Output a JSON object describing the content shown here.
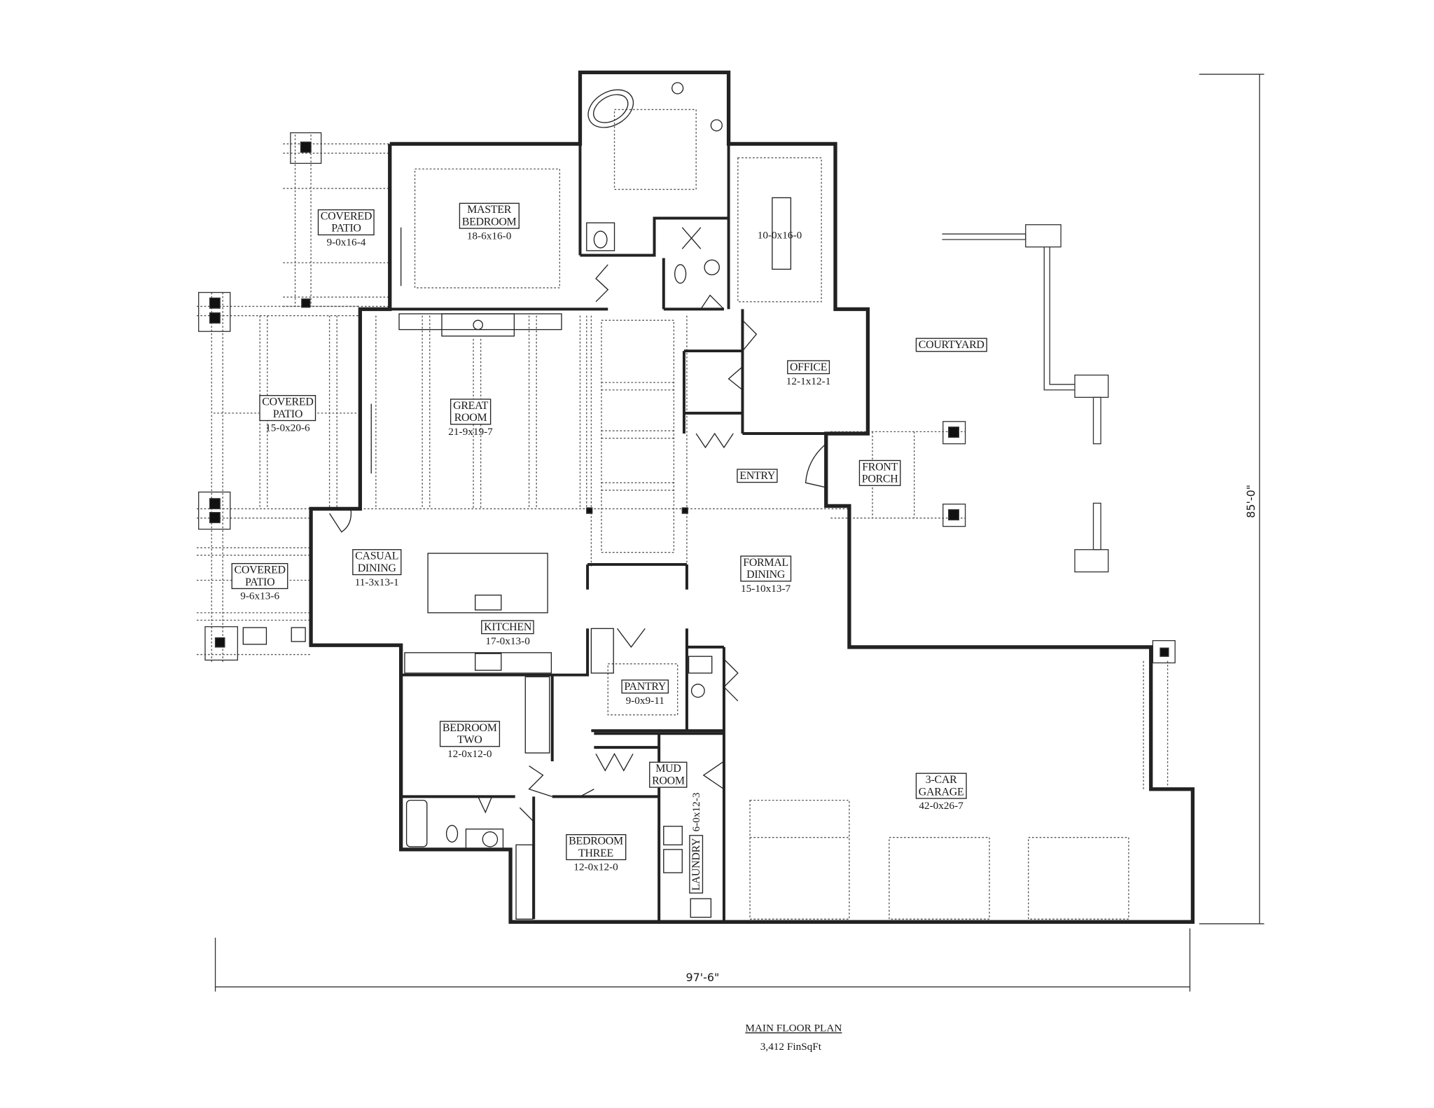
{
  "plan": {
    "title": "MAIN FLOOR PLAN",
    "area": "3,412 FinSqFt",
    "overall_width": "97'-6\"",
    "overall_depth": "85'-0\""
  },
  "rooms": [
    {
      "id": "covered-patio-north",
      "name": [
        "COVERED",
        "PATIO"
      ],
      "dims": "9-0x16-4"
    },
    {
      "id": "master-bedroom",
      "name": [
        "MASTER",
        "BEDROOM"
      ],
      "dims": "18-6x16-0"
    },
    {
      "id": "master-closet",
      "name": [],
      "dims": "10-0x16-0"
    },
    {
      "id": "covered-patio-west",
      "name": [
        "COVERED",
        "PATIO"
      ],
      "dims": "15-0x20-6"
    },
    {
      "id": "great-room",
      "name": [
        "GREAT",
        "ROOM"
      ],
      "dims": "21-9x19-7"
    },
    {
      "id": "office",
      "name": [
        "OFFICE"
      ],
      "dims": "12-1x12-1"
    },
    {
      "id": "courtyard",
      "name": [
        "COURTYARD"
      ],
      "dims": ""
    },
    {
      "id": "entry",
      "name": [
        "ENTRY"
      ],
      "dims": ""
    },
    {
      "id": "front-porch",
      "name": [
        "FRONT",
        "PORCH"
      ],
      "dims": ""
    },
    {
      "id": "casual-dining",
      "name": [
        "CASUAL",
        "DINING"
      ],
      "dims": "11-3x13-1"
    },
    {
      "id": "covered-patio-south",
      "name": [
        "COVERED",
        "PATIO"
      ],
      "dims": "9-6x13-6"
    },
    {
      "id": "kitchen",
      "name": [
        "KITCHEN"
      ],
      "dims": "17-0x13-0"
    },
    {
      "id": "formal-dining",
      "name": [
        "FORMAL",
        "DINING"
      ],
      "dims": "15-10x13-7"
    },
    {
      "id": "pantry",
      "name": [
        "PANTRY"
      ],
      "dims": "9-0x9-11"
    },
    {
      "id": "bedroom-two",
      "name": [
        "BEDROOM",
        "TWO"
      ],
      "dims": "12-0x12-0"
    },
    {
      "id": "mud-room",
      "name": [
        "MUD",
        "ROOM"
      ],
      "dims": ""
    },
    {
      "id": "garage",
      "name": [
        "3-CAR",
        "GARAGE"
      ],
      "dims": "42-0x26-7"
    },
    {
      "id": "bedroom-three",
      "name": [
        "BEDROOM",
        "THREE"
      ],
      "dims": "12-0x12-0"
    },
    {
      "id": "laundry",
      "name": [
        "LAUNDRY"
      ],
      "dims": "6-0x12-3"
    }
  ]
}
